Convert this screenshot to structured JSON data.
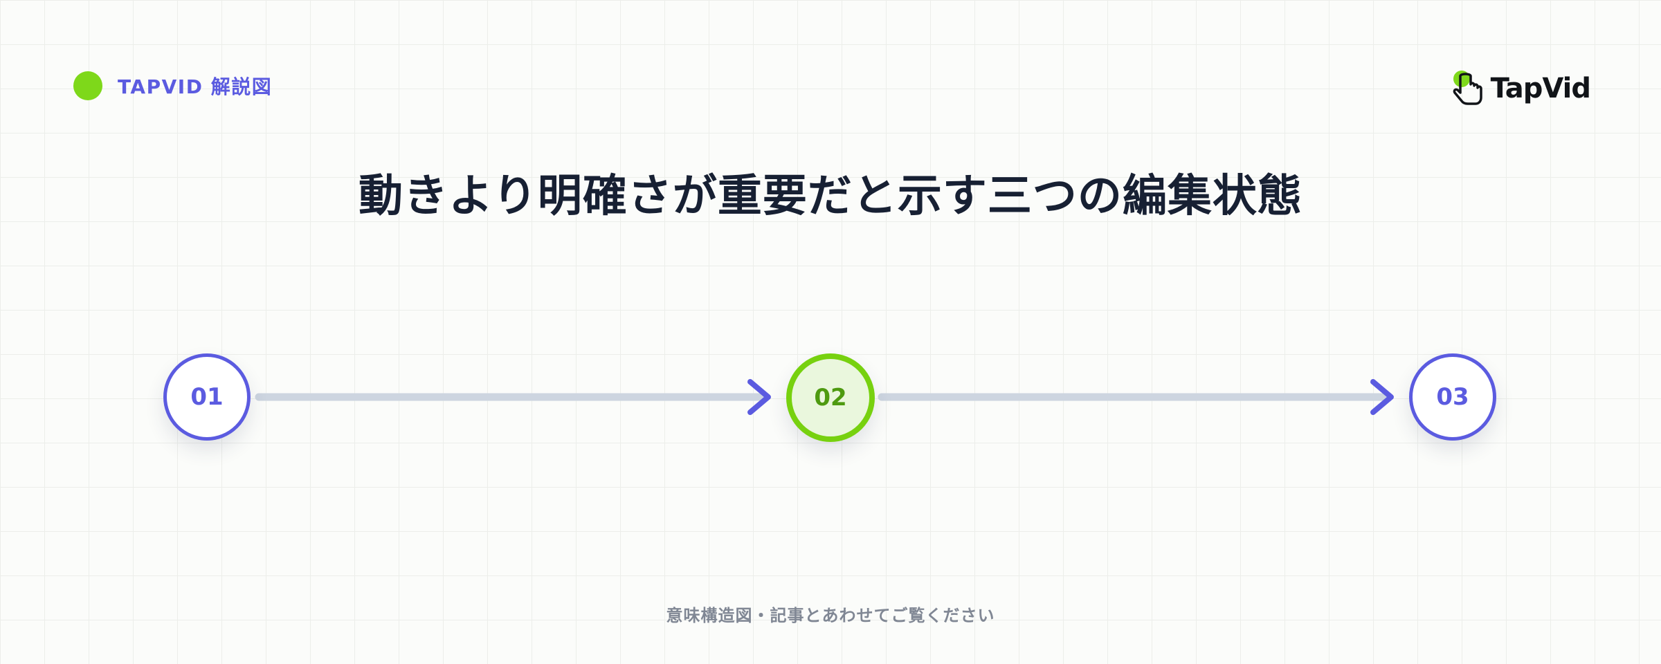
{
  "header": {
    "tag_label": "TAPVID 解説図"
  },
  "logo": {
    "text": "TapVid"
  },
  "title": "動きより明確さが重要だと示す三つの編集状態",
  "steps": [
    {
      "label": "01",
      "state": "default"
    },
    {
      "label": "02",
      "state": "active"
    },
    {
      "label": "03",
      "state": "default"
    }
  ],
  "footer": {
    "note": "意味構造図・記事とあわせてご覧ください"
  },
  "colors": {
    "accent": "#5b5be0",
    "highlight": "#77d10f",
    "connector": "#cdd5e0",
    "title": "#172033",
    "background": "#fbfcfa"
  }
}
